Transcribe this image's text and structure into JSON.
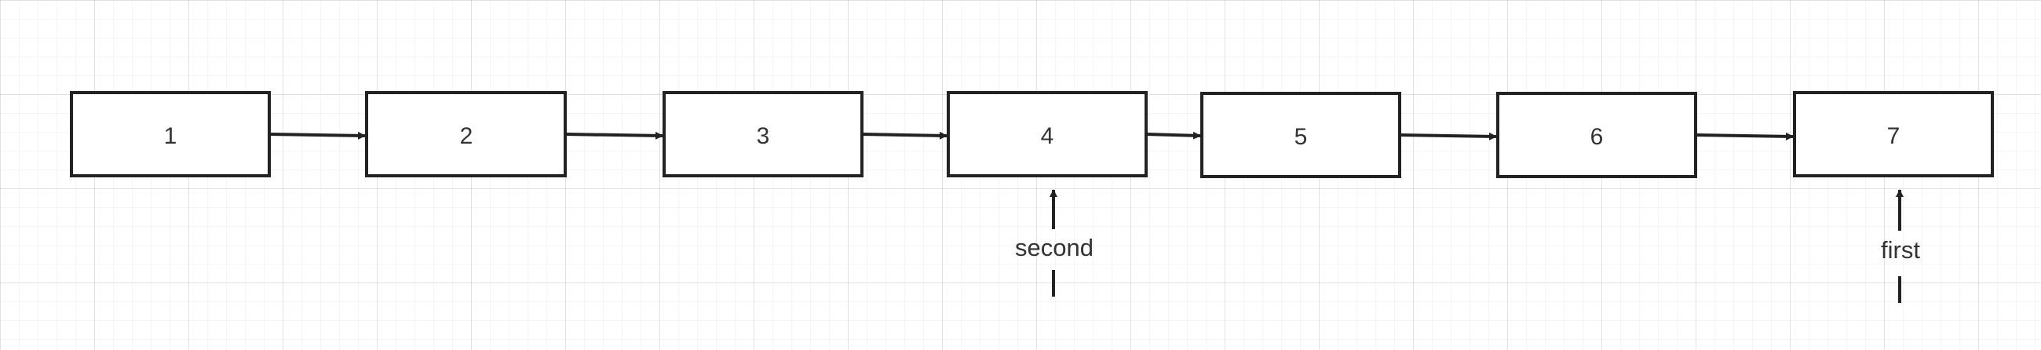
{
  "diagram": {
    "nodes": [
      {
        "label": "1"
      },
      {
        "label": "2"
      },
      {
        "label": "3"
      },
      {
        "label": "4"
      },
      {
        "label": "5"
      },
      {
        "label": "6"
      },
      {
        "label": "7"
      }
    ],
    "pointers": [
      {
        "label": "second",
        "target_node": "4"
      },
      {
        "label": "first",
        "target_node": "7"
      }
    ],
    "colors": {
      "stroke": "#222222",
      "text": "#333333",
      "background": "#ffffff"
    }
  }
}
